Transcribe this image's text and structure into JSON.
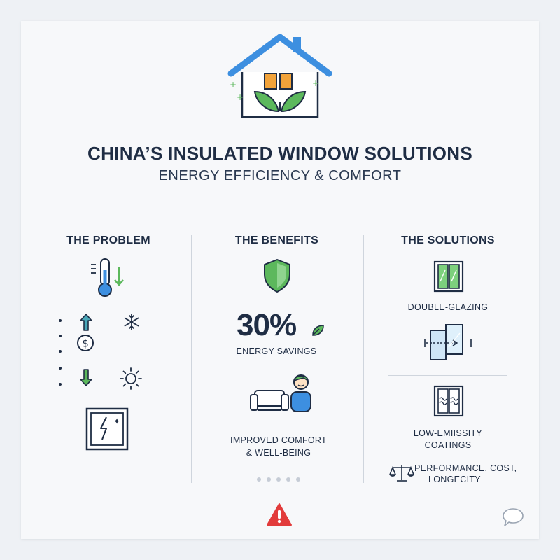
{
  "header": {
    "title": "CHINA’S INSULATED WINDOW SOLUTIONS",
    "subtitle": "ENERGY EFFICIENCY & COMFORT"
  },
  "columns": {
    "problem": {
      "heading": "THE PROBLEM"
    },
    "benefits": {
      "heading": "THE BENEFITS",
      "stat_value": "30%",
      "stat_label": "ENERGY SAVINGS",
      "comfort_line1": "IMPROVED COMFORT",
      "comfort_line2": "& WELL-BEING"
    },
    "solutions": {
      "heading": "THE SOLUTIONS",
      "double_glazing": "DOUBLE-GLAZING",
      "low_e_line1": "LOW-EMIISSITY",
      "low_e_line2": "COATINGS",
      "tradeoff_line1": "PERFORMANCE, COST,",
      "tradeoff_line2": "LONGECITY"
    }
  },
  "icons": {
    "house": "house-with-leaves-icon",
    "thermometer": "thermometer-icon",
    "snowflake": "snowflake-icon",
    "sun": "sun-icon",
    "dollar": "dollar-coin-icon",
    "cracked_window": "cracked-window-icon",
    "shield": "shield-icon",
    "leaf": "leaf-icon",
    "person_sofa": "person-on-sofa-icon",
    "scale": "balance-scale-icon",
    "warning": "warning-icon",
    "chat": "chat-bubble-icon"
  },
  "colors": {
    "navy": "#1f2d44",
    "blue": "#3d8fe0",
    "green": "#5cb85c",
    "orange": "#f2a33a",
    "red": "#e23b3b",
    "teal": "#49a7b8"
  }
}
